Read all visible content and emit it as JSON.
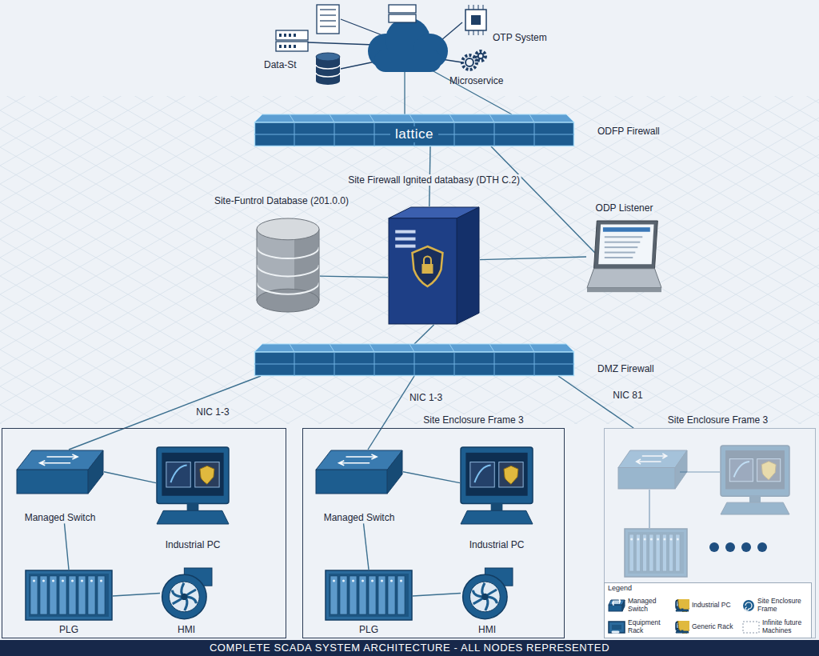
{
  "diagram": {
    "caption": "COMPLETE SCADA SYSTEM ARCHITECTURE - ALL NODES REPRESENTED",
    "nodes": [
      {
        "text": [
          "lattice",
          "ODFP Firewall"
        ]
      },
      {
        "text": [
          "Site-Funtrol Database (201.0.0)"
        ]
      },
      {
        "text": [
          "Site Firewall Ignited databasy (DTH C.2)"
        ]
      },
      {
        "text": [
          "ODP Listener"
        ]
      },
      {
        "text": [
          "DMZ Firewall"
        ]
      },
      {
        "text": []
      },
      {
        "text": [
          "Managed Switch"
        ],
        "in": 5
      },
      {
        "text": [
          "Industrial PC"
        ],
        "in": 5
      },
      {
        "text": [
          "PLG"
        ],
        "in": 5
      },
      {
        "text": [
          "HMI"
        ],
        "in": 5
      },
      {
        "text": [
          "Site Enclosure Frame 3"
        ]
      },
      {
        "text": [
          "Managed Switch"
        ],
        "in": 10
      },
      {
        "text": [
          "Industrial PC"
        ],
        "in": 10
      },
      {
        "text": [
          "PLG"
        ],
        "in": 10
      },
      {
        "text": [
          "HMI"
        ],
        "in": 10
      },
      {
        "text": [
          "Site Enclosure Frame 3"
        ]
      }
    ],
    "edges": [
      {
        "from": 0,
        "to": 2,
        "arrow": "none"
      },
      {
        "from": 0,
        "to": 3,
        "arrow": "none"
      },
      {
        "from": 1,
        "to": 2,
        "arrow": "none"
      },
      {
        "from": 2,
        "to": 3,
        "arrow": "none"
      },
      {
        "from": 2,
        "to": 4,
        "arrow": "none"
      },
      {
        "from": 4,
        "to": 6,
        "label": "NIC 1-3",
        "arrow": "none"
      },
      {
        "from": 4,
        "to": 11,
        "label": "NIC 1-3",
        "arrow": "none"
      },
      {
        "from": 4,
        "to": 15,
        "label": "NIC 81",
        "arrow": "none"
      },
      {
        "from": 6,
        "to": 7,
        "arrow": "none"
      },
      {
        "from": 6,
        "to": 8,
        "arrow": "none"
      },
      {
        "from": 8,
        "to": 9,
        "arrow": "none"
      },
      {
        "from": 11,
        "to": 12,
        "arrow": "none"
      },
      {
        "from": 11,
        "to": 13,
        "arrow": "none"
      },
      {
        "from": 13,
        "to": 14,
        "arrow": "none"
      }
    ],
    "labels": [
      "Data-St",
      "OTP System",
      "Microservice",
      "Legend"
    ],
    "legend": [
      {
        "text": "Managed Switch"
      },
      {
        "text": "Industrial PC"
      },
      {
        "text": "Site Enclosure Frame"
      },
      {
        "text": "Equipment Rack"
      },
      {
        "text": "Generic Rack"
      },
      {
        "text": "Infinite future Machines"
      }
    ]
  }
}
